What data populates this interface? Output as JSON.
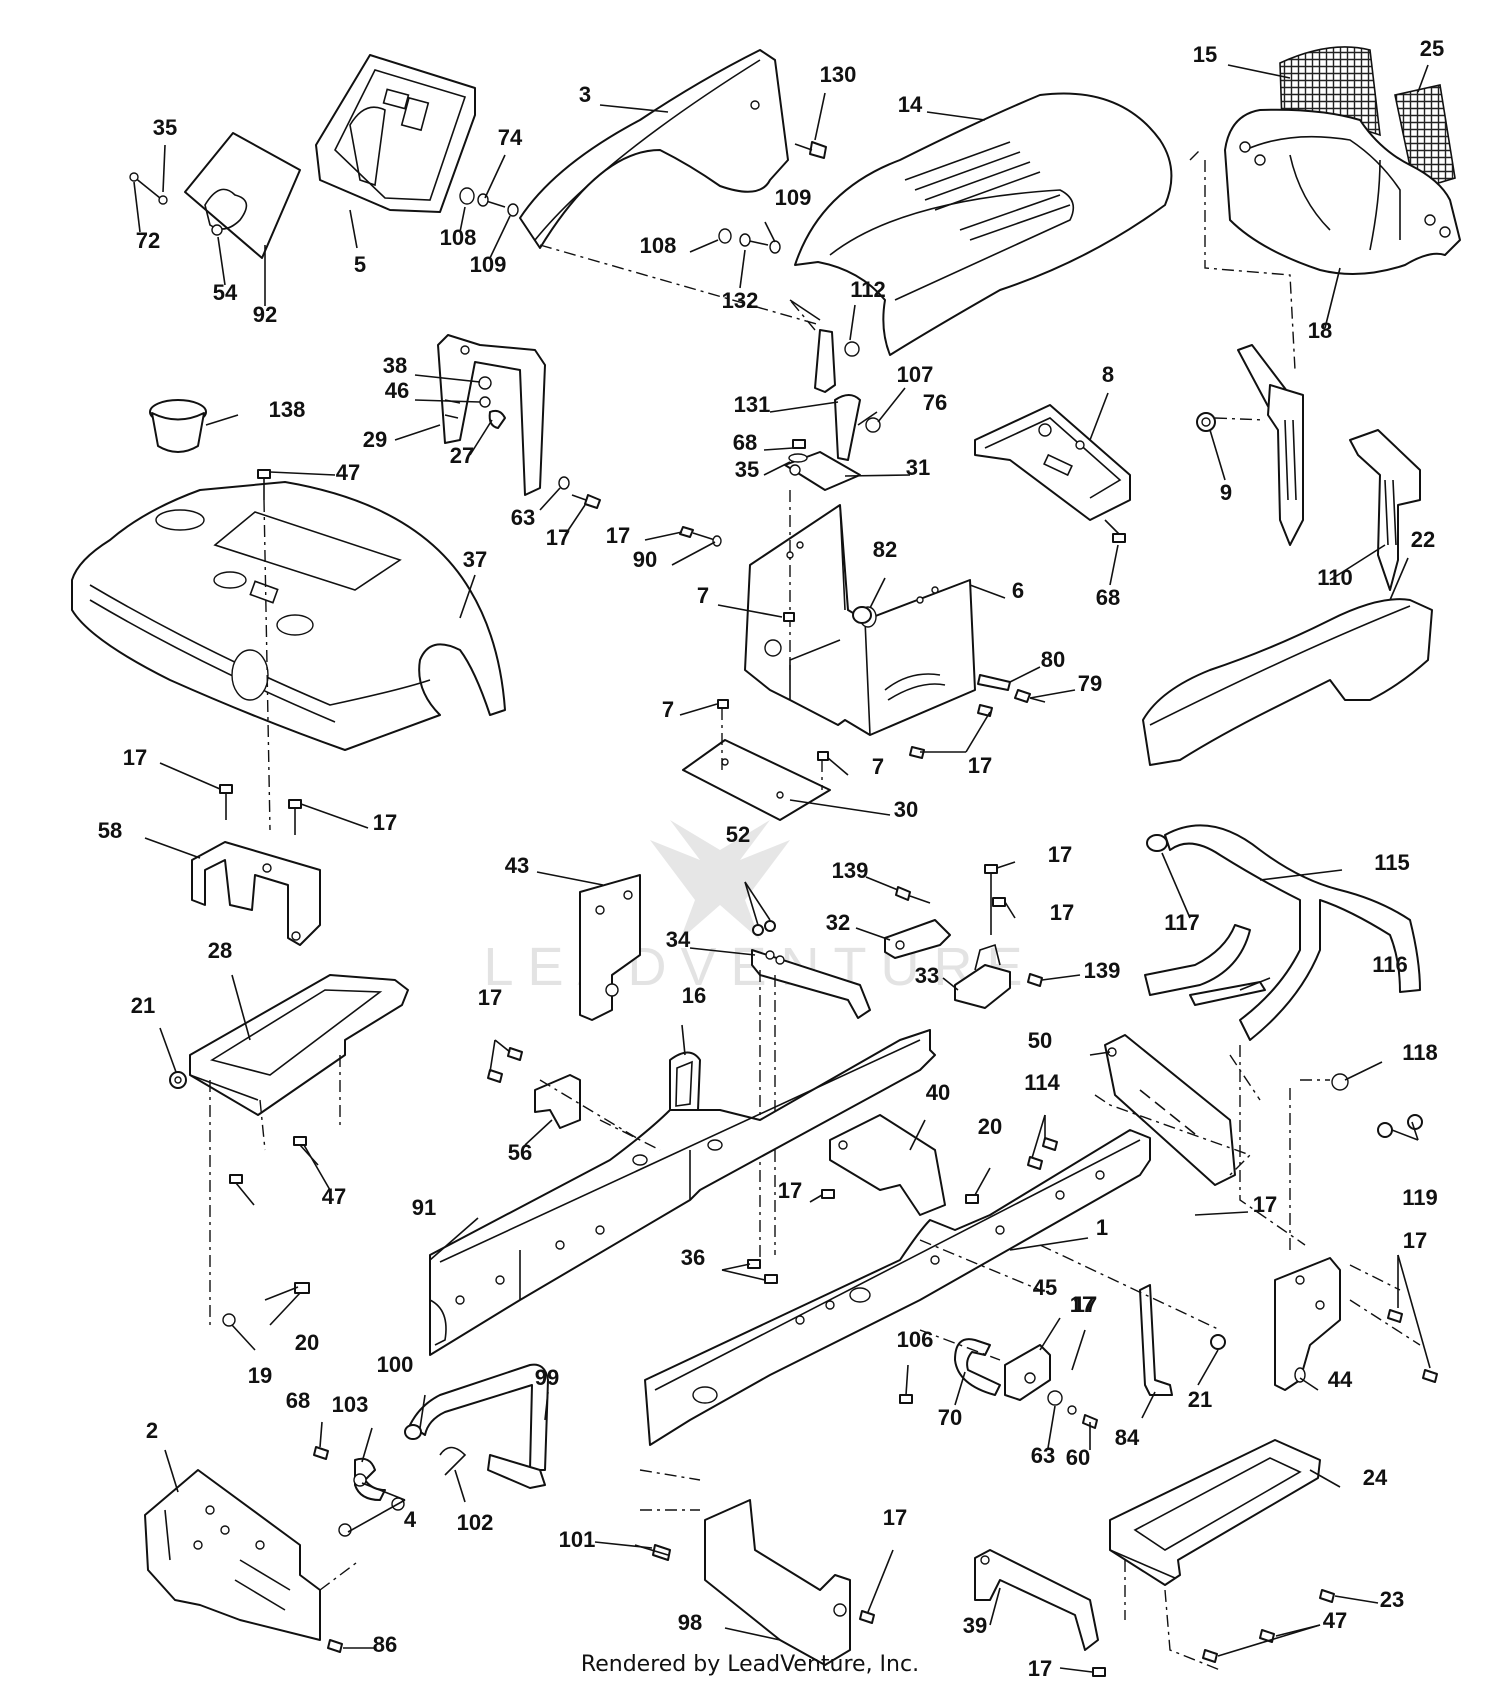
{
  "footer_text": "Rendered by LeadVenture, Inc.",
  "watermark_text": "LEADVENTURE",
  "callouts": [
    "130",
    "3",
    "14",
    "15",
    "25",
    "35",
    "74",
    "72",
    "54",
    "92",
    "5",
    "108",
    "109",
    "108",
    "109",
    "132",
    "112",
    "18",
    "138",
    "38",
    "46",
    "29",
    "27",
    "131",
    "107",
    "76",
    "8",
    "68",
    "35",
    "31",
    "9",
    "47",
    "63",
    "17",
    "17",
    "90",
    "82",
    "6",
    "68",
    "110",
    "22",
    "37",
    "7",
    "80",
    "79",
    "7",
    "17",
    "7",
    "30",
    "17",
    "58",
    "17",
    "43",
    "52",
    "139",
    "17",
    "32",
    "17",
    "115",
    "117",
    "34",
    "33",
    "139",
    "116",
    "28",
    "16",
    "21",
    "17",
    "50",
    "118",
    "114",
    "56",
    "40",
    "20",
    "47",
    "91",
    "17",
    "17",
    "119",
    "1",
    "17",
    "36",
    "17",
    "45",
    "17",
    "106",
    "20",
    "100",
    "99",
    "19",
    "68",
    "103",
    "2",
    "70",
    "21",
    "44",
    "63",
    "60",
    "84",
    "102",
    "4",
    "101",
    "17",
    "24",
    "23",
    "98",
    "39",
    "17",
    "47",
    "86"
  ],
  "colors": {
    "line": "#111111",
    "background": "#ffffff",
    "watermark": "#e4e4e4"
  }
}
